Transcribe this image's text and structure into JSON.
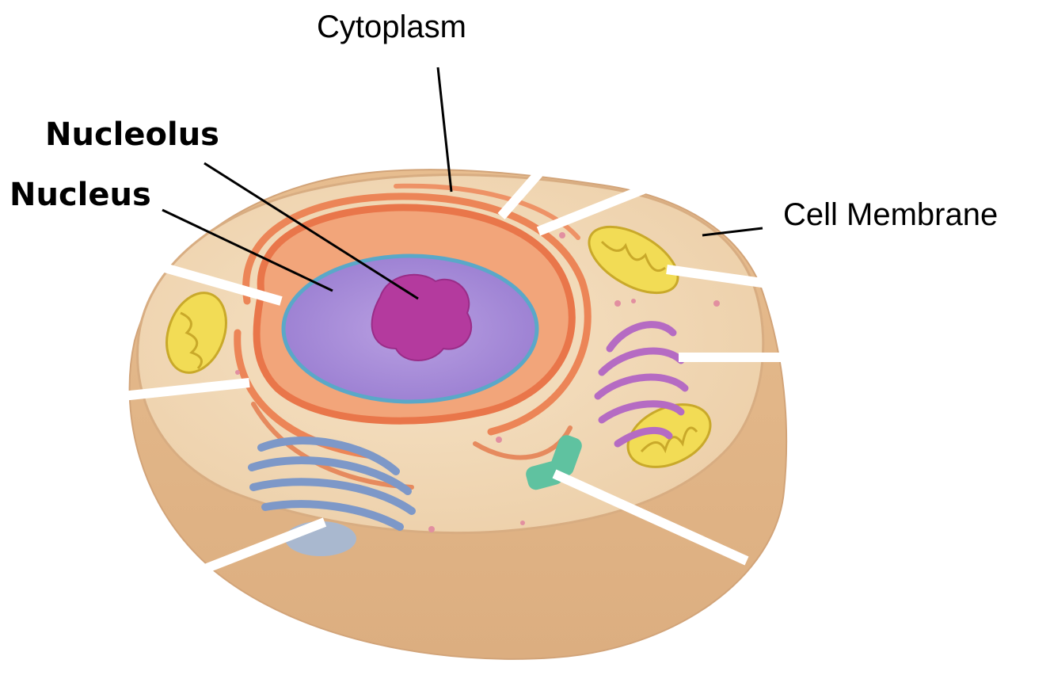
{
  "labels": {
    "cytoplasm": "Cytoplasm",
    "nucleolus": "Nucleolus",
    "nucleus": "Nucleus",
    "cell_membrane": "Cell Membrane"
  },
  "colors": {
    "cell_body": "#efc9a0",
    "cell_top": "#f3dcbc",
    "endoplasmic_reticulum": "#e9764a",
    "nucleus": "#a88bd8",
    "nucleolus": "#b43a9e",
    "mitochondria": "#f2dc55",
    "golgi_apparatus": "#7d98c8",
    "vacuole": "#c58ad0",
    "centriole": "#5fc2a0",
    "leader_line": "#000000",
    "blank_line": "#ffffff"
  }
}
